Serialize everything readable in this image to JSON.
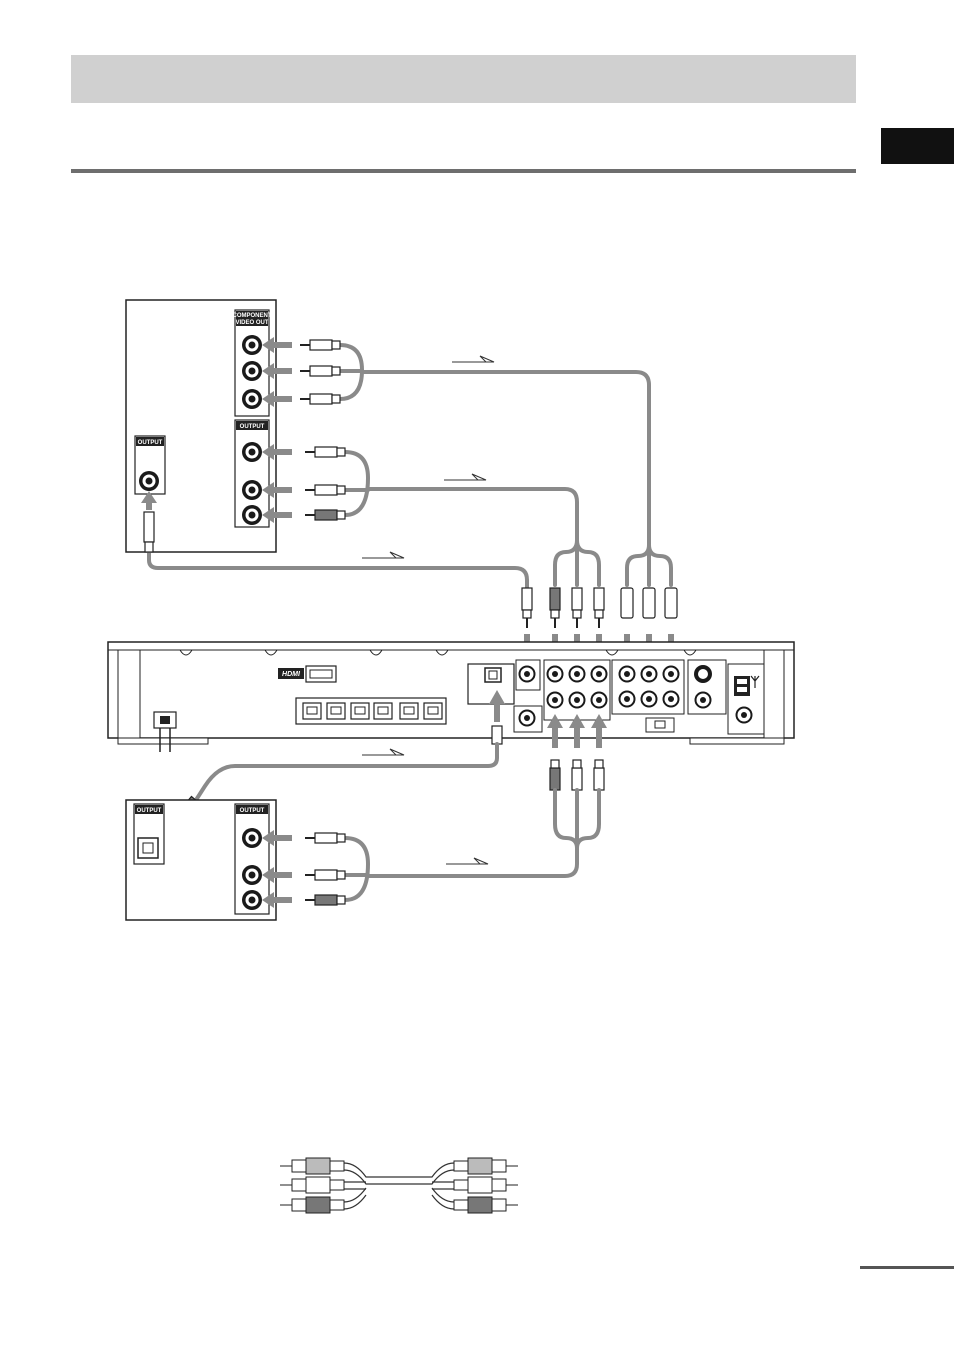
{
  "page": {
    "header_band": "",
    "side_tab": ""
  },
  "labels": {
    "component_video_out_line1": "COMPONENT",
    "component_video_out_line2": "VIDEO OUT",
    "output_top_left": "OUTPUT",
    "output_top_audio": "OUTPUT",
    "output_bottom_optical": "OUTPUT",
    "output_bottom_audio": "OUTPUT",
    "hdmi_logo": "HDMI"
  },
  "colors": {
    "cable": "#8a8a8a",
    "device_outline": "#222222",
    "label_bg": "#222222",
    "header_band": "#d0d0d0",
    "rule": "#6e6e6e"
  },
  "icons": {
    "flow_arrow": "signal-direction-arrow",
    "plug_arrow": "insert-arrow",
    "antenna": "antenna-icon"
  }
}
